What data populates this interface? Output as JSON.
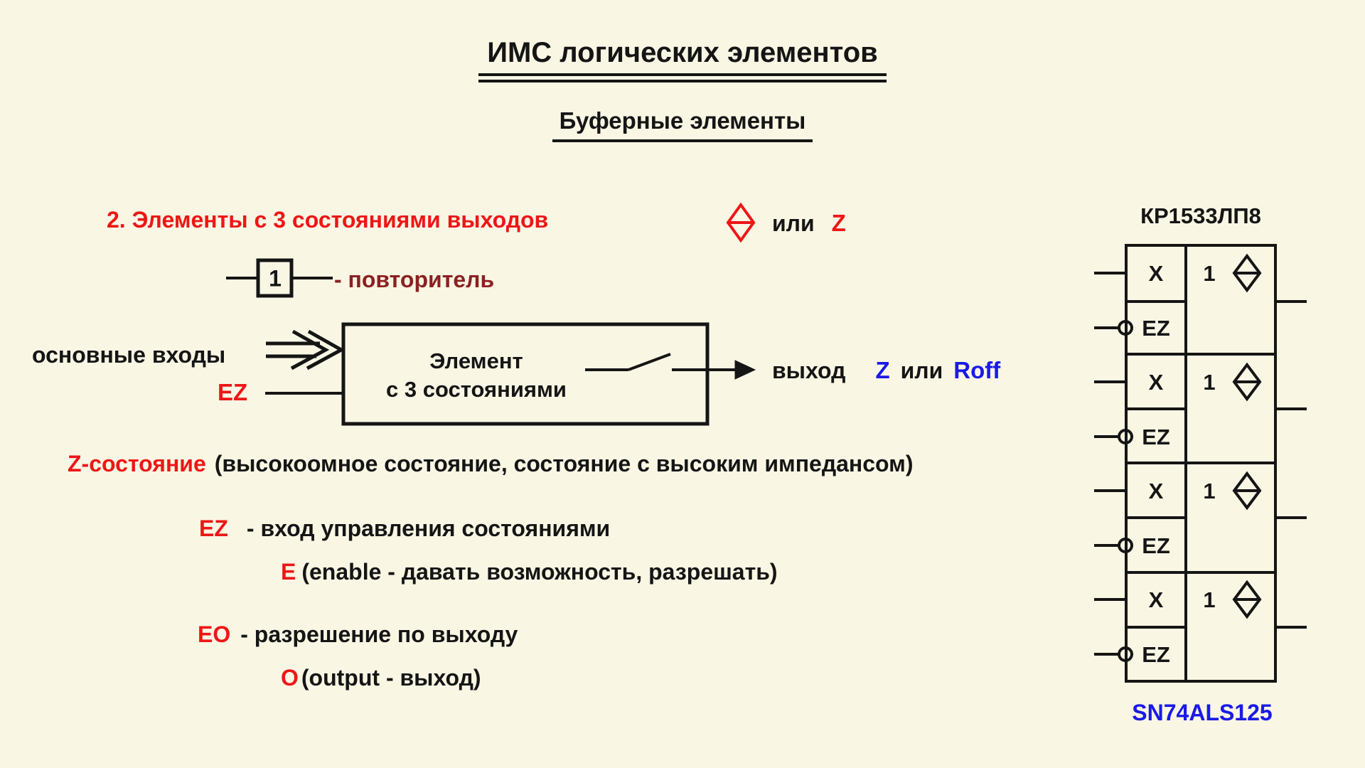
{
  "page": {
    "title": "ИМС логических элементов",
    "subtitle": "Буферные элементы"
  },
  "section": {
    "heading": "2. Элементы с 3 состояниями выходов",
    "or_label": "или",
    "z_label": "Z"
  },
  "repeater": {
    "gate_label": "1",
    "caption": "- повторитель"
  },
  "element_diagram": {
    "inputs_label": "основные входы",
    "ez_label": "EZ",
    "box_line1": "Элемент",
    "box_line2": "с 3 состояниями",
    "output_label": "выход",
    "output_z": "Z",
    "output_or": "или",
    "output_roff": "Roff"
  },
  "definitions": {
    "z_state_term": "Z-состояние",
    "z_state_text": "(высокоомное состояние, состояние с высоким импедансом)",
    "ez_term": "EZ",
    "ez_text": "- вход управления состояниями",
    "e_term": "E",
    "e_text": "(enable - давать возможность, разрешать)",
    "eo_term": "EO",
    "eo_text": "- разрешение по выходу",
    "o_term": "O",
    "o_text": "(output - выход)"
  },
  "chip": {
    "title": "КР1533ЛП8",
    "subtitle": "SN74ALS125",
    "cell_input": "X",
    "cell_enable": "EZ",
    "cell_buffer": "1"
  },
  "colors": {
    "background": "#f9f6e4",
    "text": "#151515",
    "red": "#ee1616",
    "dark_red": "#8b2121",
    "blue": "#1a1ae6"
  }
}
